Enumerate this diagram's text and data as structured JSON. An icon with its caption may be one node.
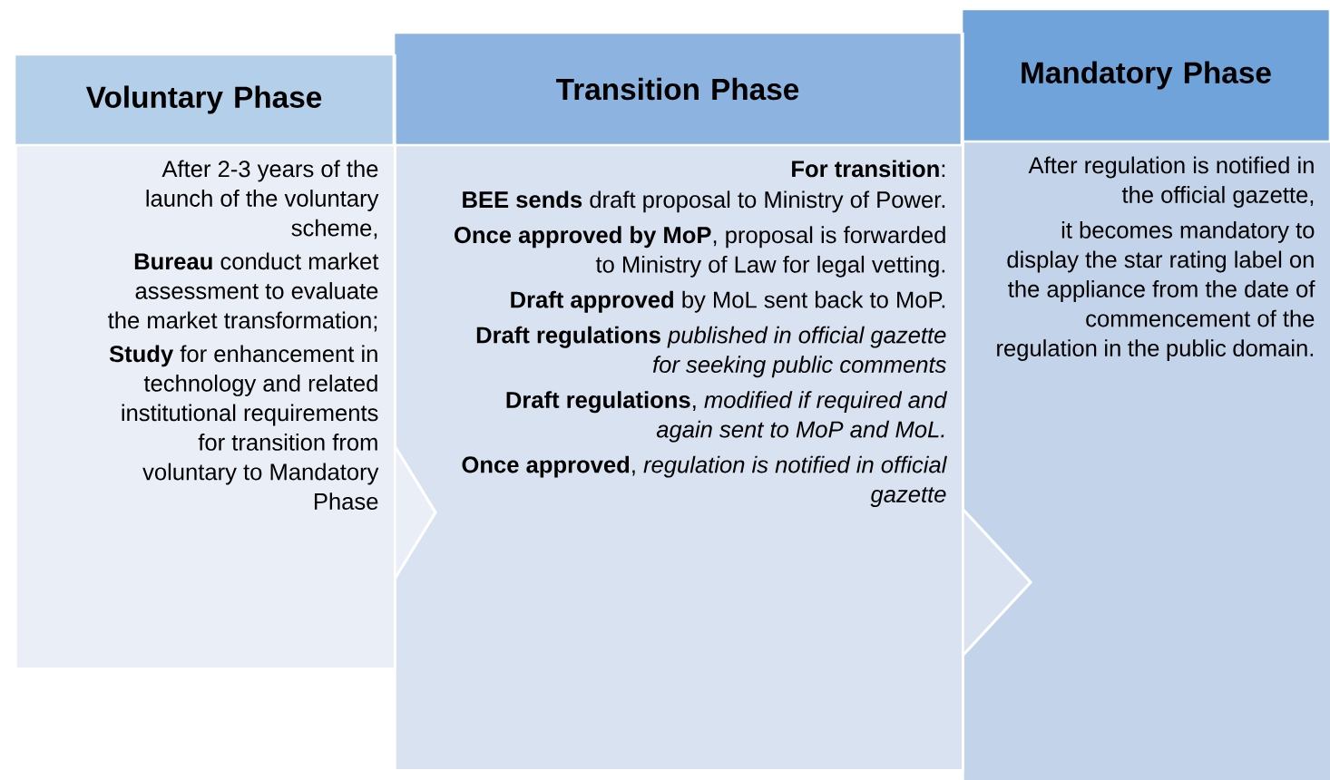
{
  "diagram": {
    "nodes": [
      {
        "text": [
          "Voluntary Phase",
          "After 2-3 years of the launch of the voluntary scheme,",
          "**Bureau** conduct market assessment to evaluate the market transformation;",
          "**Study** for enhancement in technology  and related institutional requirements for transition from voluntary to Mandatory Phase"
        ]
      },
      {
        "text": [
          "Transition Phase",
          "**For transition**:",
          "**BEE sends** draft proposal to Ministry of Power.",
          "**Once approved by MoP**, proposal is forwarded to Ministry of Law for legal vetting.",
          "**Draft approved** by MoL sent back to MoP.",
          "**Draft regulations** *published in official gazette for seeking public comments*",
          "**Draft regulations**, *modified if required and again sent to MoP and MoL.*",
          "**Once approved**, *regulation is notified in official gazette*"
        ]
      },
      {
        "text": [
          "Mandatory Phase",
          "After regulation is notified in the official gazette,",
          "it becomes mandatory to display the star rating label on the appliance from the date of commencement of the regulation in the public domain."
        ]
      }
    ]
  }
}
